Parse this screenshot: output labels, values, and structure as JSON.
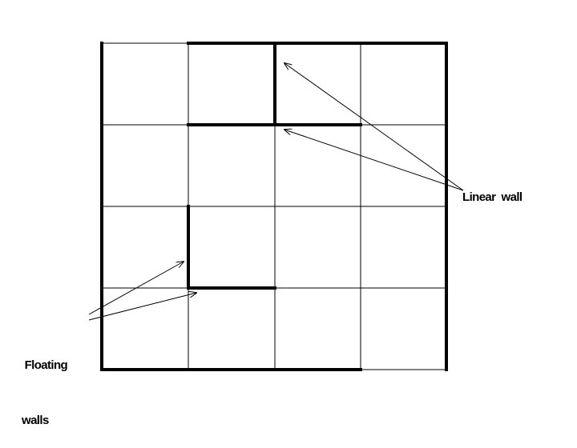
{
  "diagram": {
    "grid": {
      "rows": 4,
      "cols": 4
    },
    "labels": {
      "linear_wall": "Linear  wall",
      "floating_line1": " Floating",
      "floating_line2": "walls"
    },
    "colors": {
      "line": "#000000",
      "background": "#ffffff"
    }
  }
}
